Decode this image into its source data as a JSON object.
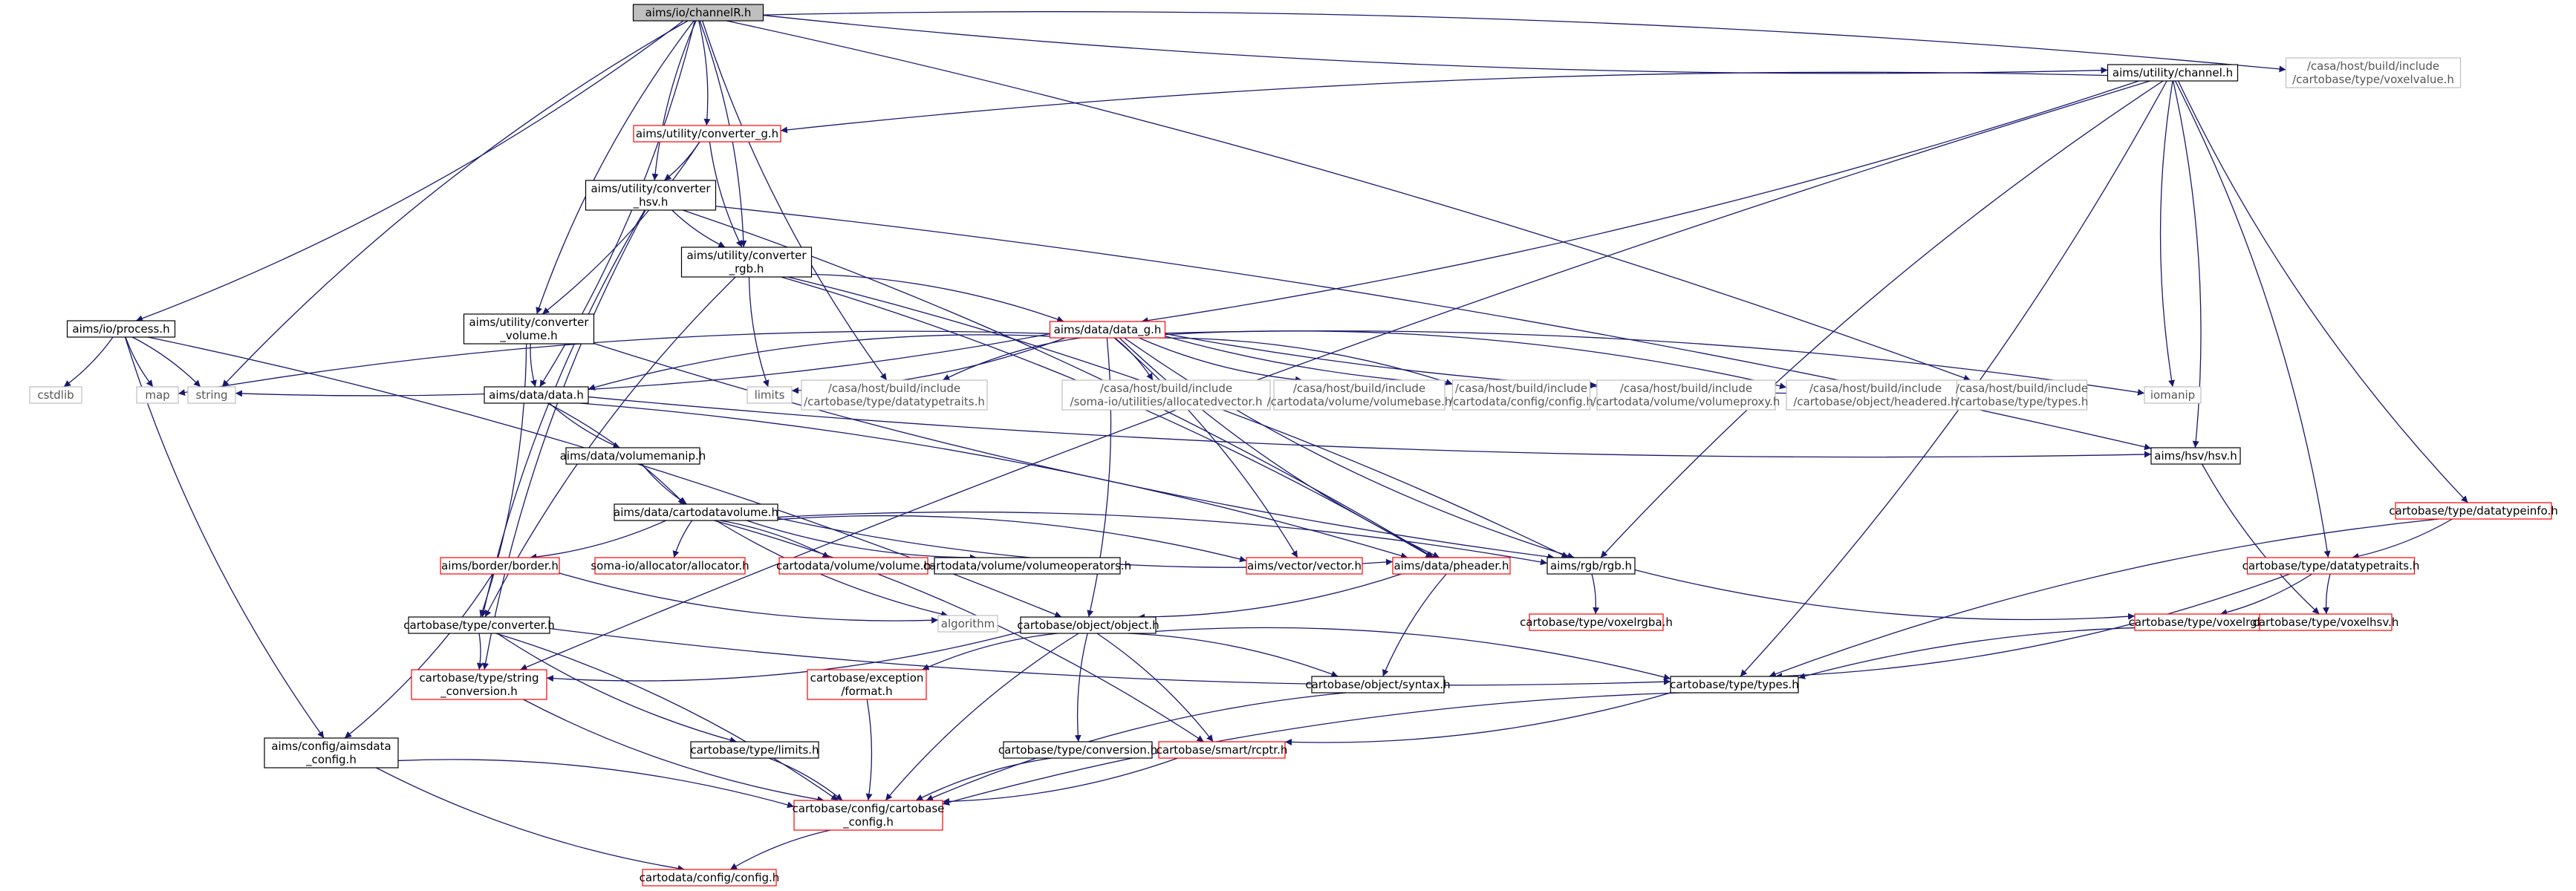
{
  "colors": {
    "edge": "#191970",
    "border_normal": "#000000",
    "border_red": "#ff0000",
    "border_gray": "#bfbfbf",
    "fill_root": "#bfbfbf",
    "fill_normal": "#ffffff",
    "text_normal": "#000000",
    "text_gray": "#555555"
  },
  "nodes": [
    {
      "id": "root",
      "lines": [
        "aims/io/channelR.h"
      ],
      "style": "root"
    },
    {
      "id": "voxelvalue",
      "lines": [
        "/casa/host/build/include",
        "/cartobase/type/voxelvalue.h"
      ],
      "style": "gray"
    },
    {
      "id": "channel",
      "lines": [
        "aims/utility/channel.h"
      ],
      "style": "normal"
    },
    {
      "id": "conv_g",
      "lines": [
        "aims/utility/converter_g.h"
      ],
      "style": "red"
    },
    {
      "id": "conv_hsv",
      "lines": [
        "aims/utility/converter",
        "_hsv.h"
      ],
      "style": "normal"
    },
    {
      "id": "conv_rgb",
      "lines": [
        "aims/utility/converter",
        "_rgb.h"
      ],
      "style": "normal"
    },
    {
      "id": "process",
      "lines": [
        "aims/io/process.h"
      ],
      "style": "normal"
    },
    {
      "id": "conv_vol",
      "lines": [
        "aims/utility/converter",
        "_volume.h"
      ],
      "style": "normal"
    },
    {
      "id": "data_g",
      "lines": [
        "aims/data/data_g.h"
      ],
      "style": "red"
    },
    {
      "id": "cstdlib",
      "lines": [
        "cstdlib"
      ],
      "style": "gray"
    },
    {
      "id": "map",
      "lines": [
        "map"
      ],
      "style": "gray"
    },
    {
      "id": "string",
      "lines": [
        "string"
      ],
      "style": "gray"
    },
    {
      "id": "data",
      "lines": [
        "aims/data/data.h"
      ],
      "style": "normal"
    },
    {
      "id": "limits",
      "lines": [
        "limits"
      ],
      "style": "gray"
    },
    {
      "id": "datatypetraits_path",
      "lines": [
        "/casa/host/build/include",
        "/cartobase/type/datatypetraits.h"
      ],
      "style": "gray"
    },
    {
      "id": "allocatedvector",
      "lines": [
        "/casa/host/build/include",
        "/soma-io/utilities/allocatedvector.h"
      ],
      "style": "gray"
    },
    {
      "id": "volumebase",
      "lines": [
        "/casa/host/build/include",
        "/cartodata/volume/volumebase.h"
      ],
      "style": "gray"
    },
    {
      "id": "config_path",
      "lines": [
        "/casa/host/build/include",
        "/cartodata/config/config.h"
      ],
      "style": "gray"
    },
    {
      "id": "volumeproxy",
      "lines": [
        "/casa/host/build/include",
        "/cartodata/volume/volumeproxy.h"
      ],
      "style": "gray"
    },
    {
      "id": "headered",
      "lines": [
        "/casa/host/build/include",
        "/cartobase/object/headered.h"
      ],
      "style": "gray"
    },
    {
      "id": "types_path",
      "lines": [
        "/casa/host/build/include",
        "/cartobase/type/types.h"
      ],
      "style": "gray"
    },
    {
      "id": "iomanip",
      "lines": [
        "iomanip"
      ],
      "style": "gray"
    },
    {
      "id": "volumemanip",
      "lines": [
        "aims/data/volumemanip.h"
      ],
      "style": "normal"
    },
    {
      "id": "hsv",
      "lines": [
        "aims/hsv/hsv.h"
      ],
      "style": "normal"
    },
    {
      "id": "datatypeinfo",
      "lines": [
        "cartobase/type/datatypeinfo.h"
      ],
      "style": "red"
    },
    {
      "id": "cartodatavolume",
      "lines": [
        "aims/data/cartodatavolume.h"
      ],
      "style": "normal"
    },
    {
      "id": "border",
      "lines": [
        "aims/border/border.h"
      ],
      "style": "red"
    },
    {
      "id": "allocator",
      "lines": [
        "soma-io/allocator/allocator.h"
      ],
      "style": "red"
    },
    {
      "id": "volume",
      "lines": [
        "cartodata/volume/volume.h"
      ],
      "style": "red"
    },
    {
      "id": "volumeoperators",
      "lines": [
        "cartodata/volume/volumeoperators.h"
      ],
      "style": "normal"
    },
    {
      "id": "vector",
      "lines": [
        "aims/vector/vector.h"
      ],
      "style": "red"
    },
    {
      "id": "pheader",
      "lines": [
        "aims/data/pheader.h"
      ],
      "style": "red"
    },
    {
      "id": "rgb",
      "lines": [
        "aims/rgb/rgb.h"
      ],
      "style": "normal"
    },
    {
      "id": "datatypetraits",
      "lines": [
        "cartobase/type/datatypetraits.h"
      ],
      "style": "red"
    },
    {
      "id": "algorithm",
      "lines": [
        "algorithm"
      ],
      "style": "gray"
    },
    {
      "id": "converter",
      "lines": [
        "cartobase/type/converter.h"
      ],
      "style": "normal"
    },
    {
      "id": "object",
      "lines": [
        "cartobase/object/object.h"
      ],
      "style": "normal"
    },
    {
      "id": "voxelrgba",
      "lines": [
        "cartobase/type/voxelrgba.h"
      ],
      "style": "red"
    },
    {
      "id": "voxelrgb",
      "lines": [
        "cartobase/type/voxelrgb.h"
      ],
      "style": "red"
    },
    {
      "id": "voxelhsv",
      "lines": [
        "cartobase/type/voxelhsv.h"
      ],
      "style": "red"
    },
    {
      "id": "string_conv",
      "lines": [
        "cartobase/type/string",
        "_conversion.h"
      ],
      "style": "red"
    },
    {
      "id": "exc_format",
      "lines": [
        "cartobase/exception",
        "/format.h"
      ],
      "style": "red"
    },
    {
      "id": "syntax",
      "lines": [
        "cartobase/object/syntax.h"
      ],
      "style": "normal"
    },
    {
      "id": "types",
      "lines": [
        "cartobase/type/types.h"
      ],
      "style": "normal"
    },
    {
      "id": "aimsdata_config",
      "lines": [
        "aims/config/aimsdata",
        "_config.h"
      ],
      "style": "normal"
    },
    {
      "id": "limits_h",
      "lines": [
        "cartobase/type/limits.h"
      ],
      "style": "normal"
    },
    {
      "id": "conversion",
      "lines": [
        "cartobase/type/conversion.h"
      ],
      "style": "normal"
    },
    {
      "id": "rcptr",
      "lines": [
        "cartobase/smart/rcptr.h"
      ],
      "style": "red"
    },
    {
      "id": "cartobase_config",
      "lines": [
        "cartobase/config/cartobase",
        "_config.h"
      ],
      "style": "red"
    },
    {
      "id": "cartodata_config",
      "lines": [
        "cartodata/config/config.h"
      ],
      "style": "red"
    }
  ],
  "edges": [
    [
      "root",
      "voxelvalue"
    ],
    [
      "root",
      "channel"
    ],
    [
      "root",
      "conv_g"
    ],
    [
      "root",
      "conv_hsv"
    ],
    [
      "root",
      "conv_rgb"
    ],
    [
      "root",
      "conv_vol"
    ],
    [
      "root",
      "process"
    ],
    [
      "root",
      "string"
    ],
    [
      "root",
      "data"
    ],
    [
      "root",
      "datatypetraits_path"
    ],
    [
      "root",
      "types_path"
    ],
    [
      "channel",
      "conv_g"
    ],
    [
      "channel",
      "data_g"
    ],
    [
      "channel",
      "iomanip"
    ],
    [
      "channel",
      "hsv"
    ],
    [
      "channel",
      "rgb"
    ],
    [
      "channel",
      "datatypetraits"
    ],
    [
      "channel",
      "datatypeinfo"
    ],
    [
      "channel",
      "types"
    ],
    [
      "channel",
      "string_conv"
    ],
    [
      "conv_g",
      "conv_hsv"
    ],
    [
      "conv_g",
      "conv_rgb"
    ],
    [
      "conv_g",
      "conv_vol"
    ],
    [
      "conv_hsv",
      "conv_rgb"
    ],
    [
      "conv_hsv",
      "hsv"
    ],
    [
      "conv_hsv",
      "converter"
    ],
    [
      "conv_hsv",
      "pheader"
    ],
    [
      "conv_hsv",
      "string_conv"
    ],
    [
      "conv_rgb",
      "data_g"
    ],
    [
      "conv_rgb",
      "limits"
    ],
    [
      "conv_rgb",
      "rgb"
    ],
    [
      "conv_rgb",
      "converter"
    ],
    [
      "conv_rgb",
      "pheader"
    ],
    [
      "conv_vol",
      "data"
    ],
    [
      "conv_vol",
      "converter"
    ],
    [
      "conv_vol",
      "rgb"
    ],
    [
      "process",
      "cstdlib"
    ],
    [
      "process",
      "map"
    ],
    [
      "process",
      "string"
    ],
    [
      "process",
      "aimsdata_config"
    ],
    [
      "process",
      "object"
    ],
    [
      "data_g",
      "map"
    ],
    [
      "data_g",
      "string"
    ],
    [
      "data_g",
      "data"
    ],
    [
      "data_g",
      "limits"
    ],
    [
      "data_g",
      "datatypetraits_path"
    ],
    [
      "data_g",
      "allocatedvector"
    ],
    [
      "data_g",
      "volumebase"
    ],
    [
      "data_g",
      "config_path"
    ],
    [
      "data_g",
      "volumeproxy"
    ],
    [
      "data_g",
      "headered"
    ],
    [
      "data_g",
      "types_path"
    ],
    [
      "data_g",
      "iomanip"
    ],
    [
      "data_g",
      "pheader"
    ],
    [
      "data_g",
      "vector"
    ],
    [
      "data_g",
      "rgb"
    ],
    [
      "data_g",
      "object"
    ],
    [
      "data",
      "volumemanip"
    ],
    [
      "data",
      "cartodatavolume"
    ],
    [
      "data",
      "hsv"
    ],
    [
      "data",
      "pheader"
    ],
    [
      "volumemanip",
      "cartodatavolume"
    ],
    [
      "cartodatavolume",
      "border"
    ],
    [
      "cartodatavolume",
      "allocator"
    ],
    [
      "cartodatavolume",
      "volume"
    ],
    [
      "cartodatavolume",
      "volumeoperators"
    ],
    [
      "cartodatavolume",
      "vector"
    ],
    [
      "cartodatavolume",
      "pheader"
    ],
    [
      "cartodatavolume",
      "rgb"
    ],
    [
      "cartodatavolume",
      "algorithm"
    ],
    [
      "cartodatavolume",
      "rcptr"
    ],
    [
      "border",
      "algorithm"
    ],
    [
      "border",
      "aimsdata_config"
    ],
    [
      "hsv",
      "voxelhsv"
    ],
    [
      "rgb",
      "voxelrgba"
    ],
    [
      "rgb",
      "voxelrgb"
    ],
    [
      "datatypeinfo",
      "datatypetraits"
    ],
    [
      "datatypeinfo",
      "types"
    ],
    [
      "datatypetraits",
      "voxelrgb"
    ],
    [
      "datatypetraits",
      "voxelhsv"
    ],
    [
      "datatypetraits",
      "types"
    ],
    [
      "voxelhsv",
      "types"
    ],
    [
      "pheader",
      "object"
    ],
    [
      "pheader",
      "syntax"
    ],
    [
      "converter",
      "string_conv"
    ],
    [
      "converter",
      "limits_h"
    ],
    [
      "converter",
      "cartobase_config"
    ],
    [
      "converter",
      "types"
    ],
    [
      "object",
      "string_conv"
    ],
    [
      "object",
      "exc_format"
    ],
    [
      "object",
      "syntax"
    ],
    [
      "object",
      "conversion"
    ],
    [
      "object",
      "rcptr"
    ],
    [
      "object",
      "cartobase_config"
    ],
    [
      "object",
      "types"
    ],
    [
      "string_conv",
      "cartobase_config"
    ],
    [
      "exc_format",
      "cartobase_config"
    ],
    [
      "syntax",
      "cartobase_config"
    ],
    [
      "types",
      "rcptr"
    ],
    [
      "types",
      "cartobase_config"
    ],
    [
      "aimsdata_config",
      "cartobase_config"
    ],
    [
      "aimsdata_config",
      "cartodata_config"
    ],
    [
      "limits_h",
      "cartobase_config"
    ],
    [
      "conversion",
      "cartobase_config"
    ],
    [
      "rcptr",
      "cartobase_config"
    ],
    [
      "cartobase_config",
      "cartodata_config"
    ]
  ]
}
